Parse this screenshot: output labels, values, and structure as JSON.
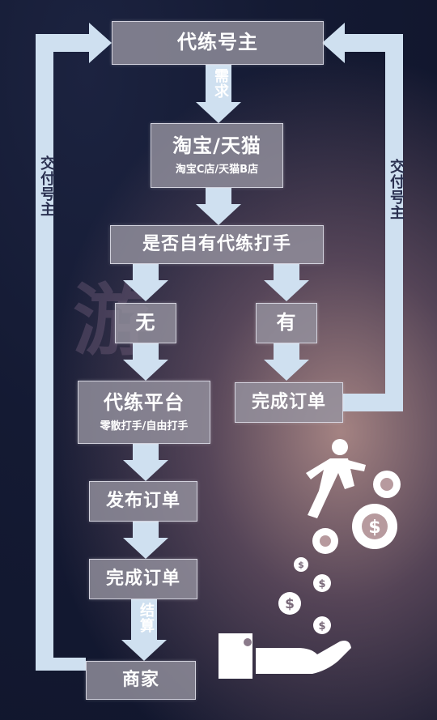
{
  "nodes": {
    "owner": {
      "title": "代练号主"
    },
    "taobao": {
      "title": "淘宝/天猫",
      "sub": "淘宝C店/天猫B店"
    },
    "question": {
      "title": "是否自有代练打手"
    },
    "no": {
      "title": "无"
    },
    "yes": {
      "title": "有"
    },
    "platform": {
      "title": "代练平台",
      "sub": "零散打手/自由打手"
    },
    "publish": {
      "title": "发布订单"
    },
    "complete_left": {
      "title": "完成订单"
    },
    "complete_right": {
      "title": "完成订单"
    },
    "merchant": {
      "title": "商家"
    }
  },
  "labels": {
    "demand": "需求",
    "settle": "结算",
    "deliver_left": "交付号主",
    "deliver_right": "交付号主"
  },
  "watermark": "游",
  "colors": {
    "arrow": "#cfe0f0",
    "box_fill": "#9a98a6",
    "box_border": "#e4e4ee",
    "text": "#ffffff"
  },
  "icons": [
    "running-man-icon",
    "gears-icon",
    "dollar-coins-icon",
    "hand-holding-money-icon"
  ]
}
